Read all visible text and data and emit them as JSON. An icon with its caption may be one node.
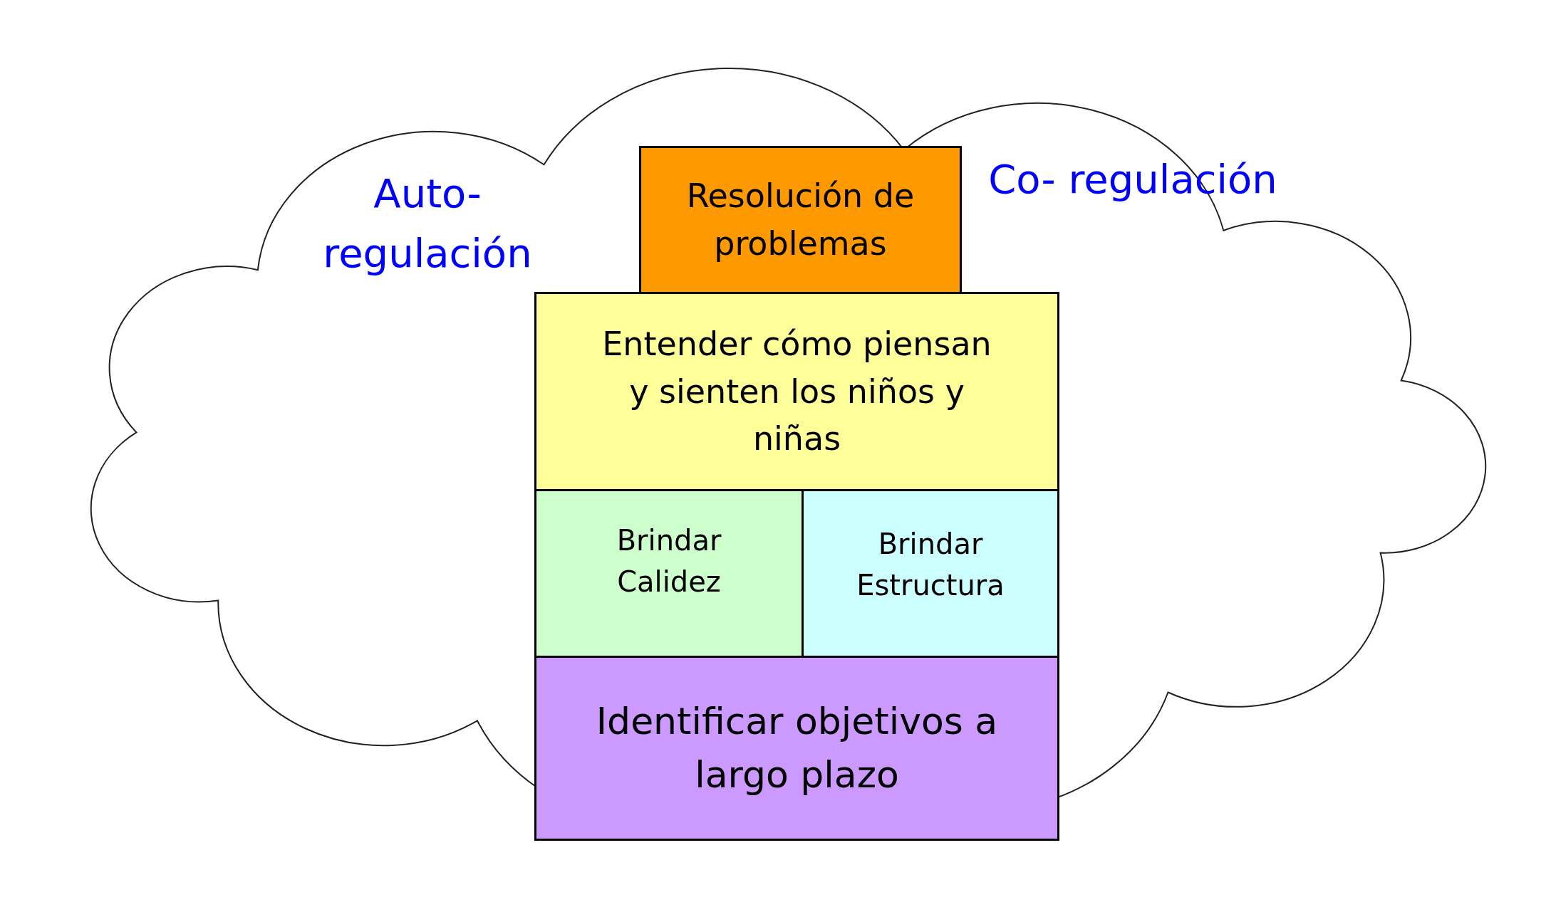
{
  "diagram": {
    "nodes": [
      {
        "text": [
          "Auto- regulación",
          "Co- regulación"
        ]
      },
      {
        "text": [
          "Resolución de problemas"
        ],
        "in": 0
      },
      {
        "text": [
          "Entender cómo piensan y sienten los niños y niñas"
        ],
        "in": 0
      },
      {
        "text": [
          "Brindar Calidez"
        ],
        "in": 0
      },
      {
        "text": [
          "Brindar Estructura"
        ],
        "in": 0
      },
      {
        "text": [
          "Identificar objetivos a largo plazo"
        ],
        "in": 0
      }
    ],
    "edges": []
  }
}
